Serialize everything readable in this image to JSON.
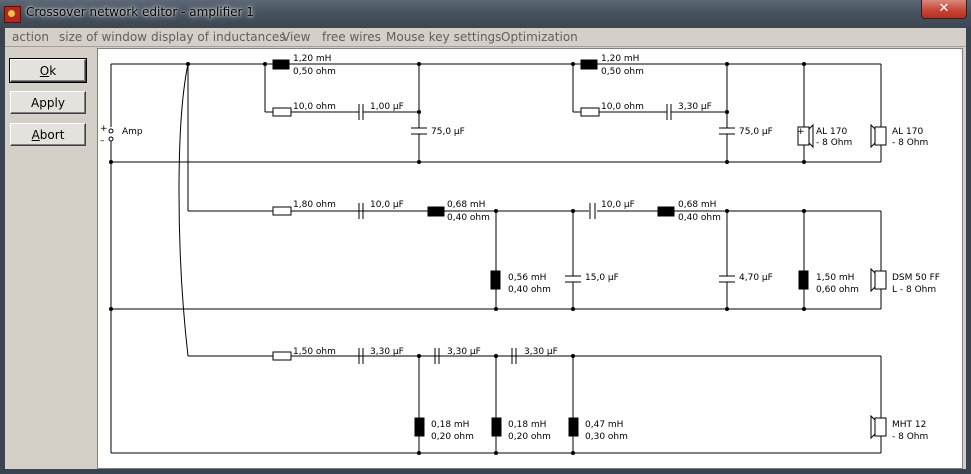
{
  "window": {
    "title": "Crossover network editor - amplifier 1",
    "close_glyph": "✕"
  },
  "menu": [
    "action",
    "size of window",
    "display of inductances",
    "View",
    "free wires",
    "Mouse key settings",
    "Optimization"
  ],
  "buttons": {
    "ok": {
      "underline": "O",
      "rest": "k"
    },
    "apply": "Apply",
    "abort": {
      "underline": "A",
      "rest": "bort"
    }
  },
  "source": {
    "plus": "+",
    "minus": "–",
    "label": "Amp"
  },
  "woofer_branch_a": {
    "coil": [
      "1,20 mH",
      "0,50 ohm"
    ],
    "resistor": "10,0 ohm",
    "cap_series": "1,00 µF",
    "cap_shunt": "75,0 µF"
  },
  "woofer_branch_b": {
    "coil": [
      "1,20 mH",
      "0,50 ohm"
    ],
    "resistor": "10,0 ohm",
    "cap_series": "3,30 µF",
    "cap_shunt": "75,0 µF"
  },
  "speaker_1": [
    "AL 170",
    "- 8 Ohm"
  ],
  "speaker_2": [
    "AL 170",
    "- 8 Ohm"
  ],
  "mid_branch": {
    "resistor": "1,80 ohm",
    "cap1": "10,0 µF",
    "coil1": [
      "0,68 mH",
      "0,40 ohm"
    ],
    "shunt_coil1": [
      "0,56 mH",
      "0,40 ohm"
    ],
    "shunt_cap1": "15,0 µF",
    "cap2": "10,0 µF",
    "coil2": [
      "0,68 mH",
      "0,40 ohm"
    ],
    "shunt_cap2": "4,70 µF",
    "shunt_coil2": [
      "1,50 mH",
      "0,60 ohm"
    ]
  },
  "speaker_3": [
    "DSM 50 FF",
    "L - 8 Ohm"
  ],
  "tweeter_branch": {
    "resistor": "1,50 ohm",
    "cap1": "3,30 µF",
    "cap2": "3,30 µF",
    "cap3": "3,30 µF",
    "shunt_coil1": [
      "0,18 mH",
      "0,20 ohm"
    ],
    "shunt_coil2": [
      "0,18 mH",
      "0,20 ohm"
    ],
    "shunt_coil3": [
      "0,47 mH",
      "0,30 ohm"
    ]
  },
  "speaker_4": [
    "MHT 12",
    "- 8 Ohm"
  ]
}
